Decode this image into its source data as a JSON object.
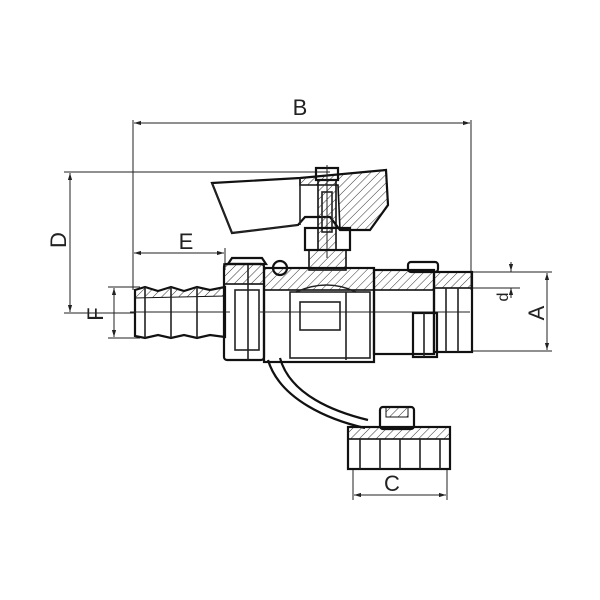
{
  "drawing": {
    "dimensions": {
      "A": "A",
      "B": "B",
      "C": "C",
      "D": "D",
      "E": "E",
      "F": "F",
      "d": "d"
    },
    "colors": {
      "line": "#222222",
      "hatch": "#333333",
      "background": "#ffffff"
    }
  }
}
